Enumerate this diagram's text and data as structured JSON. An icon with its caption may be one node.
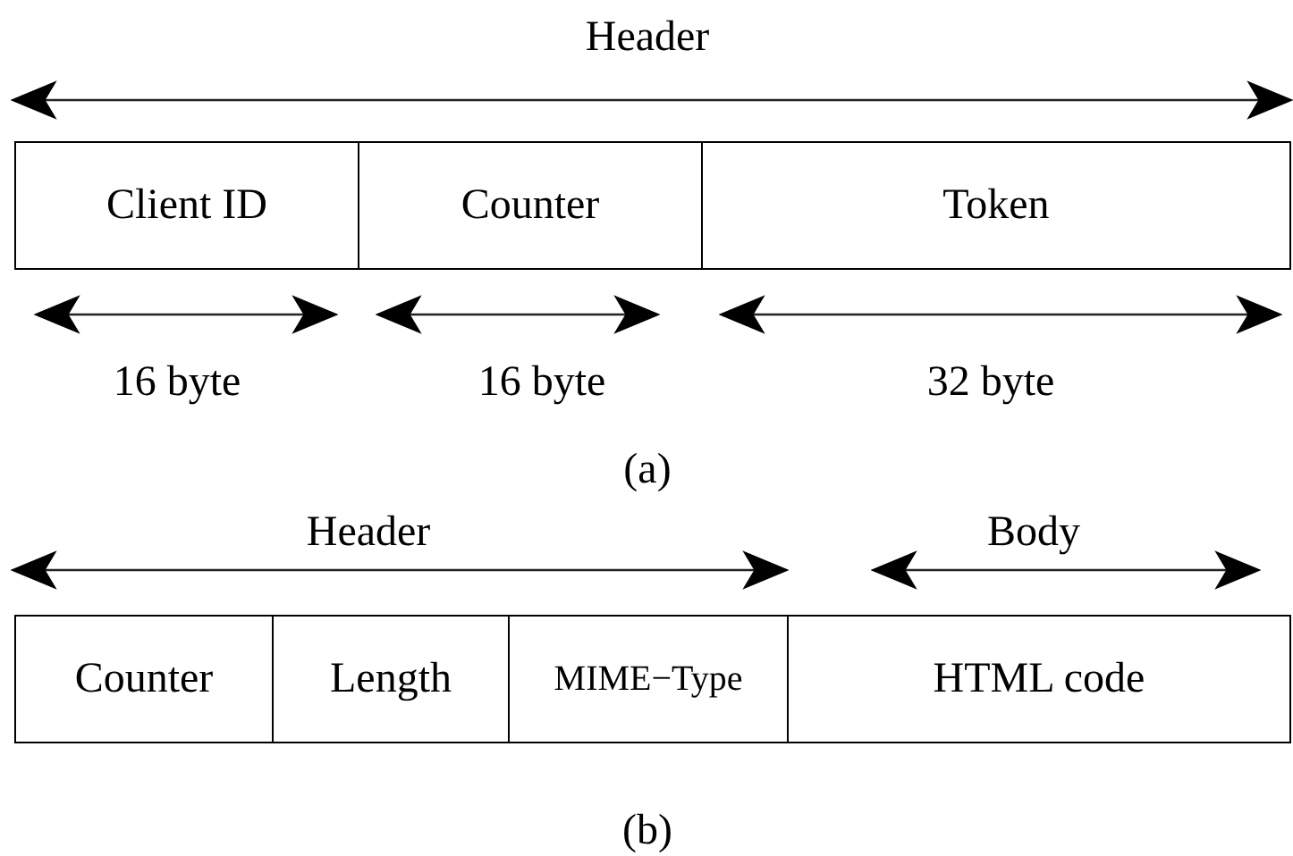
{
  "diagram": {
    "nodes": [
      {
        "text": [
          "Client ID"
        ]
      },
      {
        "text": [
          "Counter"
        ]
      },
      {
        "text": [
          "Token"
        ]
      },
      {
        "text": [
          "Counter"
        ]
      },
      {
        "text": [
          "Length"
        ]
      },
      {
        "text": [
          "MIME−Type"
        ]
      },
      {
        "text": [
          "HTML code"
        ]
      }
    ],
    "edges": [],
    "labels": [
      "Header",
      "16 byte",
      "16 byte",
      "32 byte",
      "(a)",
      "Header",
      "Body",
      "(b)"
    ]
  }
}
